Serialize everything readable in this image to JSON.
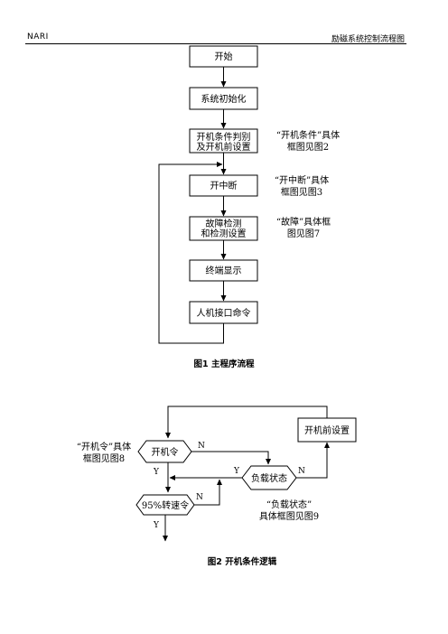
{
  "header": {
    "left": "NARI",
    "right": "励磁系统控制流程图"
  },
  "figure1": {
    "steps": [
      "开始",
      "系统初始化",
      "开机条件判别",
      "及开机前设置",
      "开中断",
      "故障检测",
      "和检测设置",
      "终端显示",
      "人机接口命令"
    ],
    "notes": [
      "“开机条件”具体",
      "框图见图2",
      "“开中断”具体",
      "框图见图3",
      "“故障”具体框",
      "图见图7"
    ],
    "caption": "图1  主程序流程"
  },
  "figure2": {
    "nodes": {
      "start_cmd": "开机令",
      "load_state": "负载状态",
      "speed_cmd": "95%转速令",
      "pre_start_setup": "开机前设置"
    },
    "labels": {
      "n1": "N",
      "y1": "Y",
      "y2": "Y",
      "n2": "N",
      "n3": "N",
      "y3": "Y"
    },
    "notes": [
      "“开机令”具体",
      "框图见图8",
      "“负载状态”",
      "具体框图见图9"
    ],
    "caption": "图2  开机条件逻辑"
  }
}
